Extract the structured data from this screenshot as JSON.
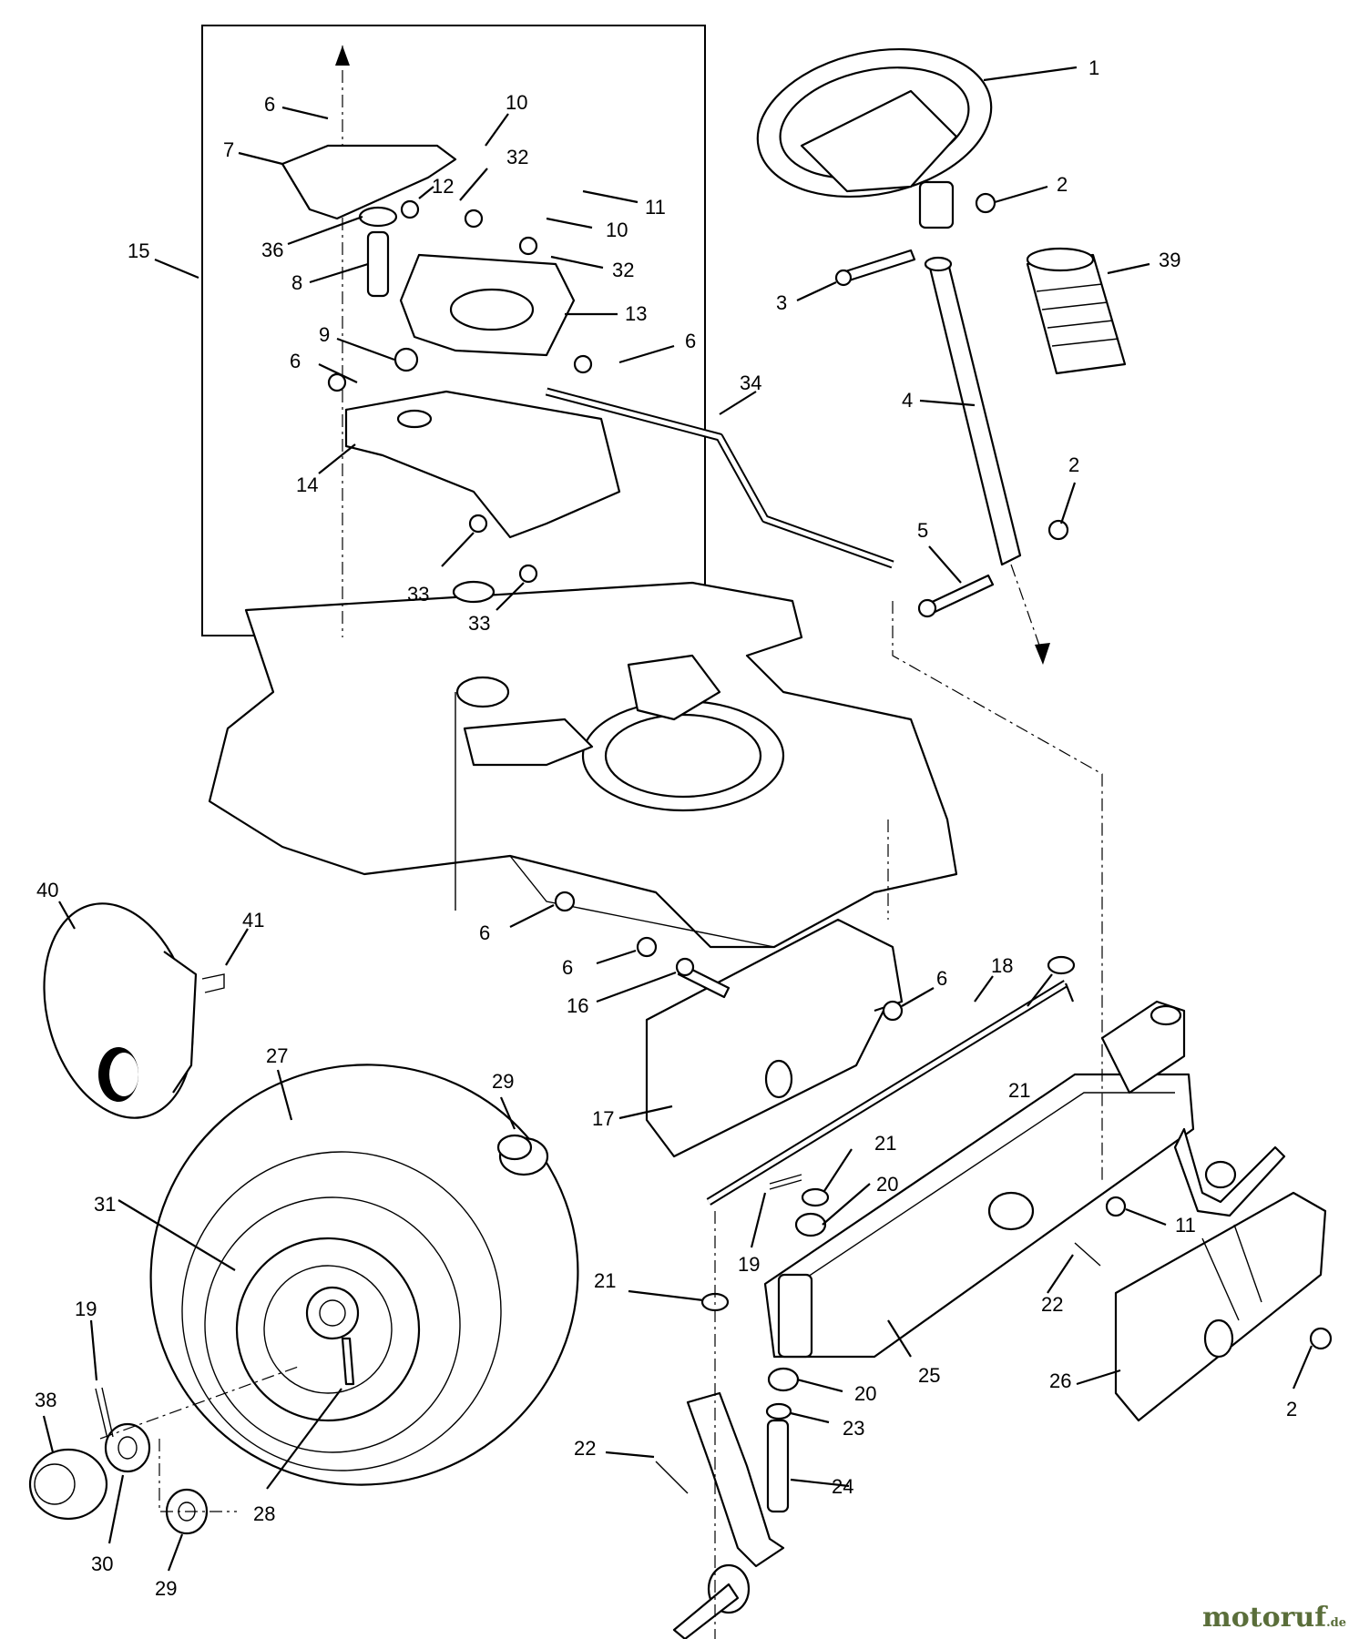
{
  "callouts": [
    {
      "id": "c1",
      "text": "1"
    },
    {
      "id": "c2a",
      "text": "2"
    },
    {
      "id": "c2b",
      "text": "2"
    },
    {
      "id": "c2c",
      "text": "2"
    },
    {
      "id": "c3",
      "text": "3"
    },
    {
      "id": "c4",
      "text": "4"
    },
    {
      "id": "c5",
      "text": "5"
    },
    {
      "id": "c6a",
      "text": "6"
    },
    {
      "id": "c6b",
      "text": "6"
    },
    {
      "id": "c6c",
      "text": "6"
    },
    {
      "id": "c6d",
      "text": "6"
    },
    {
      "id": "c6e",
      "text": "6"
    },
    {
      "id": "c6f",
      "text": "6"
    },
    {
      "id": "c7",
      "text": "7"
    },
    {
      "id": "c8",
      "text": "8"
    },
    {
      "id": "c9",
      "text": "9"
    },
    {
      "id": "c10a",
      "text": "10"
    },
    {
      "id": "c10b",
      "text": "10"
    },
    {
      "id": "c11a",
      "text": "11"
    },
    {
      "id": "c11b",
      "text": "11"
    },
    {
      "id": "c12",
      "text": "12"
    },
    {
      "id": "c13",
      "text": "13"
    },
    {
      "id": "c14",
      "text": "14"
    },
    {
      "id": "c15",
      "text": "15"
    },
    {
      "id": "c16",
      "text": "16"
    },
    {
      "id": "c17",
      "text": "17"
    },
    {
      "id": "c18",
      "text": "18"
    },
    {
      "id": "c19a",
      "text": "19"
    },
    {
      "id": "c19b",
      "text": "19"
    },
    {
      "id": "c20a",
      "text": "20"
    },
    {
      "id": "c20b",
      "text": "20"
    },
    {
      "id": "c21a",
      "text": "21"
    },
    {
      "id": "c21b",
      "text": "21"
    },
    {
      "id": "c21c",
      "text": "21"
    },
    {
      "id": "c22a",
      "text": "22"
    },
    {
      "id": "c22b",
      "text": "22"
    },
    {
      "id": "c23",
      "text": "23"
    },
    {
      "id": "c24",
      "text": "24"
    },
    {
      "id": "c25",
      "text": "25"
    },
    {
      "id": "c26",
      "text": "26"
    },
    {
      "id": "c27",
      "text": "27"
    },
    {
      "id": "c28",
      "text": "28"
    },
    {
      "id": "c29a",
      "text": "29"
    },
    {
      "id": "c29b",
      "text": "29"
    },
    {
      "id": "c30",
      "text": "30"
    },
    {
      "id": "c31",
      "text": "31"
    },
    {
      "id": "c32a",
      "text": "32"
    },
    {
      "id": "c32b",
      "text": "32"
    },
    {
      "id": "c33a",
      "text": "33"
    },
    {
      "id": "c33b",
      "text": "33"
    },
    {
      "id": "c34",
      "text": "34"
    },
    {
      "id": "c36",
      "text": "36"
    },
    {
      "id": "c38",
      "text": "38"
    },
    {
      "id": "c39",
      "text": "39"
    },
    {
      "id": "c40",
      "text": "40"
    },
    {
      "id": "c41",
      "text": "41"
    }
  ],
  "watermark": {
    "main": "motoruf",
    "suffix": ".de"
  }
}
